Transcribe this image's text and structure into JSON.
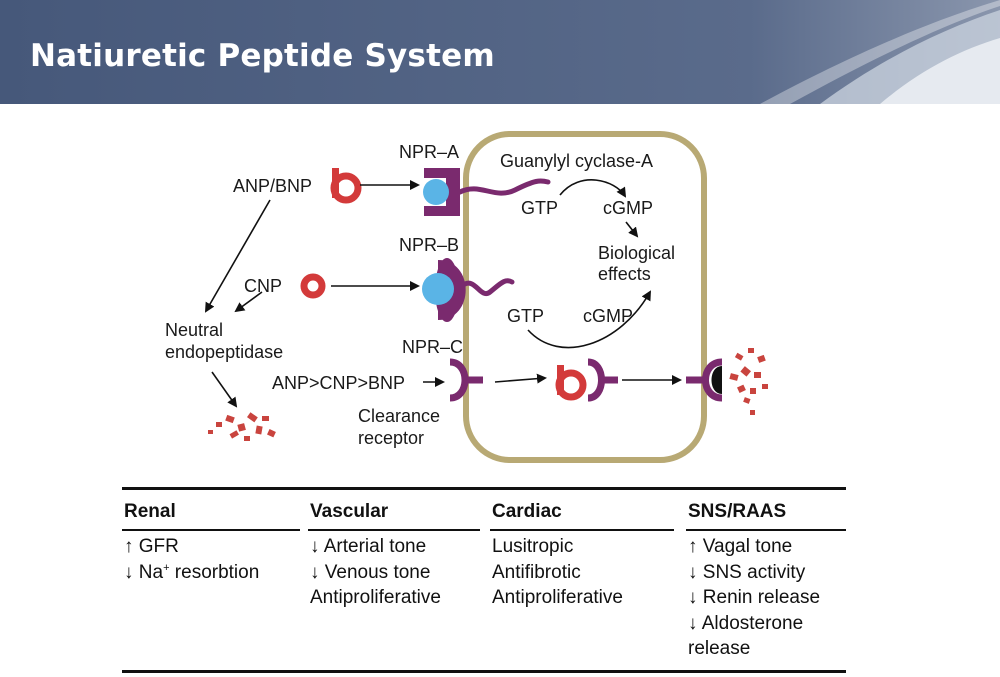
{
  "slide": {
    "title": "Natiuretic Peptide System"
  },
  "diagram": {
    "anp_bnp": "ANP/BNP",
    "cnp": "CNP",
    "npr_a": "NPR–A",
    "npr_b": "NPR–B",
    "npr_c": "NPR–C",
    "guanylyl": "Guanylyl cyclase-A",
    "gtp1": "GTP",
    "cgmp1": "cGMP",
    "bio1": "Biological",
    "bio2": "effects",
    "gtp2": "GTP",
    "cgmp2": "cGMP",
    "neutral1": "Neutral",
    "neutral2": "endopeptidase",
    "order": "ANP>CNP>BNP",
    "clear1": "Clearance",
    "clear2": "receptor"
  },
  "table": {
    "columns": [
      {
        "header": "Renal",
        "items": [
          "↑ GFR",
          "↓ Na",
          "resorbtion"
        ],
        "sup": "+"
      },
      {
        "header": "Vascular",
        "items": [
          "↓ Arterial tone",
          "↓ Venous tone",
          "Antiproliferative"
        ]
      },
      {
        "header": "Cardiac",
        "items": [
          "Lusitropic",
          "Antifibrotic",
          "Antiproliferative"
        ]
      },
      {
        "header": "SNS/RAAS",
        "items": [
          "↑ Vagal tone",
          "↓ SNS activity",
          "↓ Renin release",
          "↓ Aldosterone",
          "release"
        ]
      }
    ]
  },
  "colors": {
    "banner": "#4d5f81",
    "cell": "#b8a974",
    "receptor": "#7a2a6e",
    "ligand": "#d33a3a",
    "binding": "#5ab4e6"
  }
}
